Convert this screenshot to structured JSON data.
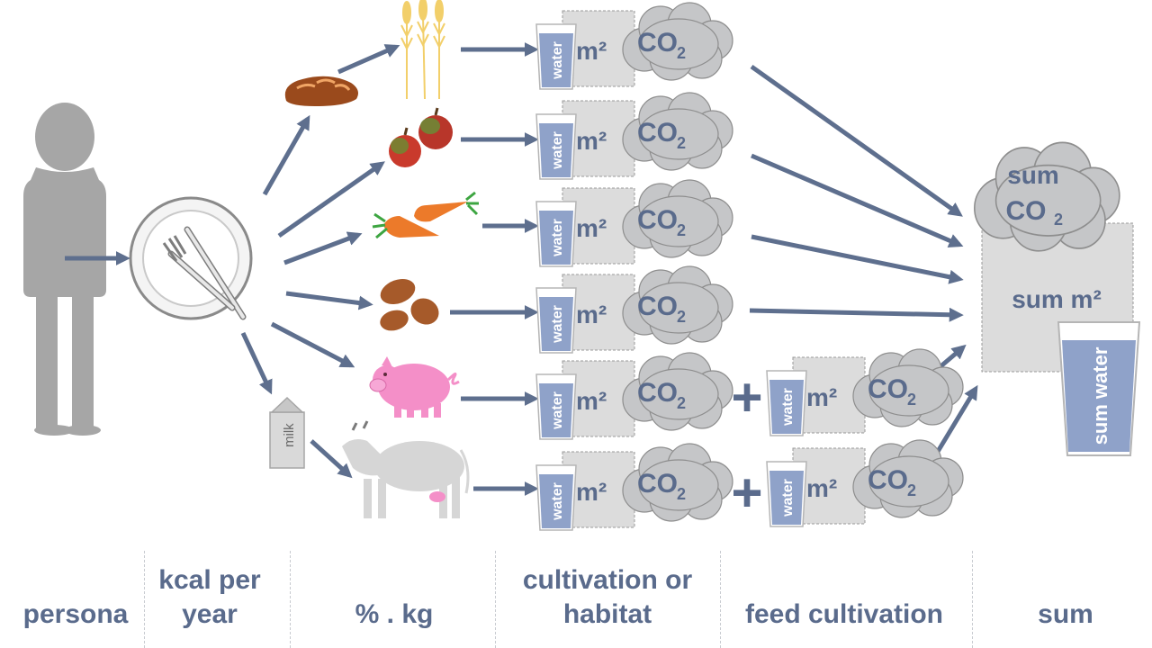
{
  "columns": [
    {
      "label": "persona"
    },
    {
      "label": "kcal per year"
    },
    {
      "label": "% . kg"
    },
    {
      "label": "cultivation or habitat"
    },
    {
      "label": "feed cultivation"
    },
    {
      "label": "sum"
    }
  ],
  "icons": {
    "person": "person-silhouette-icon",
    "plate": "plate-cutlery-icon",
    "foods": [
      "bread-icon",
      "apples-icon",
      "carrots-icon",
      "potatoes-icon",
      "pig-icon",
      "cow-icon"
    ],
    "milk": "milk-carton-icon",
    "wheat": "wheat-icon"
  },
  "labels": {
    "water": "water",
    "area": "m²",
    "co2": "CO",
    "co2_sub": "2",
    "milk": "milk",
    "plus": "+",
    "sum_co2_line1": "sum",
    "sum_co2_line2": "CO",
    "sum_area": "sum m²",
    "sum_water": "sum water"
  },
  "colors": {
    "accent": "#5a6b8c",
    "arrow": "#5e6f8e",
    "cloud": "#c5c6c8",
    "box": "#dcdcdc",
    "water": "#8fa2c9",
    "person": "#a6a6a6",
    "pig": "#f48fc8"
  }
}
